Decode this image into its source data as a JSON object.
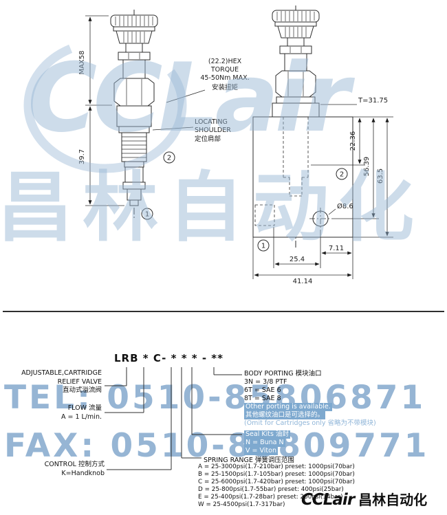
{
  "watermark": {
    "logo": "CCLair",
    "logo_cn": "昌林自动化",
    "tel": "TEL: 0510-85806871",
    "fax": "FAX: 0510-85809771"
  },
  "footer": {
    "brand": "CCLair",
    "brand_cn": "昌林自动化"
  },
  "left_drawing": {
    "dim_height_max": "MAX58",
    "dim_height_lower": "39.7",
    "hex_note_l1": "(22.2)HEX",
    "hex_note_l2": "TORQUE",
    "hex_note_l3": "45-50Nm MAX.",
    "hex_note_l4": "安装扭矩",
    "shoulder_l1": "LOCATING",
    "shoulder_l2": "SHOULDER",
    "shoulder_l3": "定位肩部",
    "callout_1": "1",
    "callout_2": "2"
  },
  "right_drawing": {
    "dim_thread": "T=31.75",
    "dim_a": "22.36",
    "dim_b": "56.39",
    "dim_c": "63.5",
    "dim_hole": "Ø8.6",
    "dim_d": "7.11",
    "dim_e": "25.4",
    "dim_f": "41.14",
    "callout_1": "1",
    "callout_2": "2"
  },
  "order": {
    "code": "LRB * C- * * * - **",
    "valve": {
      "l1": "ADJUSTABLE,CARTRIDGE",
      "l2": "RELIEF VALVE",
      "l3": "直动式溢流阀"
    },
    "flow": {
      "l1": "FLOW 流量",
      "l2": "A = 1 L/min."
    },
    "control": {
      "l1": "CONTROL 控制方式",
      "l2": "K=Handknob"
    },
    "porting": {
      "title": "BODY PORTING 模块油口",
      "items": [
        "3N = 3/8 PTF",
        "6T = SAE 6",
        "8T = SAE 8",
        "Other porting is available.",
        "其他螺纹油口是可选择的。",
        "(Omit for Cartridges only 省略为不带模块)"
      ]
    },
    "seal": {
      "title": "Seal Kits 油封",
      "items": [
        "N = Buna N",
        "V = Viton"
      ]
    },
    "spring": {
      "title": "SPRING RANGE 弹簧调压范围",
      "items": [
        "A = 25-3000psi(1.7-210bar) preset: 1000psi(70bar)",
        "B = 25-1500psi(1.7-105bar) preset: 1000psi(70bar)",
        "C = 25-6000psi(1.7-420bar) preset: 1000psi(70bar)",
        "D = 25-800psi(1.7-55bar)  preset: 400psi(25bar)",
        "E = 25-400psi(1.7-28bar)  preset: 200psi(14bar)",
        "W = 25-4500psi(1.7-317bar)"
      ]
    }
  }
}
